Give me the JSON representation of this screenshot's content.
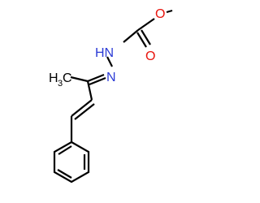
{
  "molecule": {
    "atoms": {
      "methoxy_o": {
        "text": "O",
        "color": "#e8130c"
      },
      "carbonyl_o": {
        "text": "O",
        "color": "#e8130c"
      },
      "hydrazide_nh": {
        "text": "HN",
        "color": "#2b3bd6"
      },
      "imine_n": {
        "text": "N",
        "color": "#2b3bd6"
      },
      "methyl": {
        "text": "H",
        "sub": "3",
        "suffix": "C",
        "color": "#000000"
      }
    },
    "colors": {
      "bond": "#000000",
      "oxygen": "#e8130c",
      "nitrogen": "#2b3bd6",
      "background": "#ffffff"
    }
  }
}
